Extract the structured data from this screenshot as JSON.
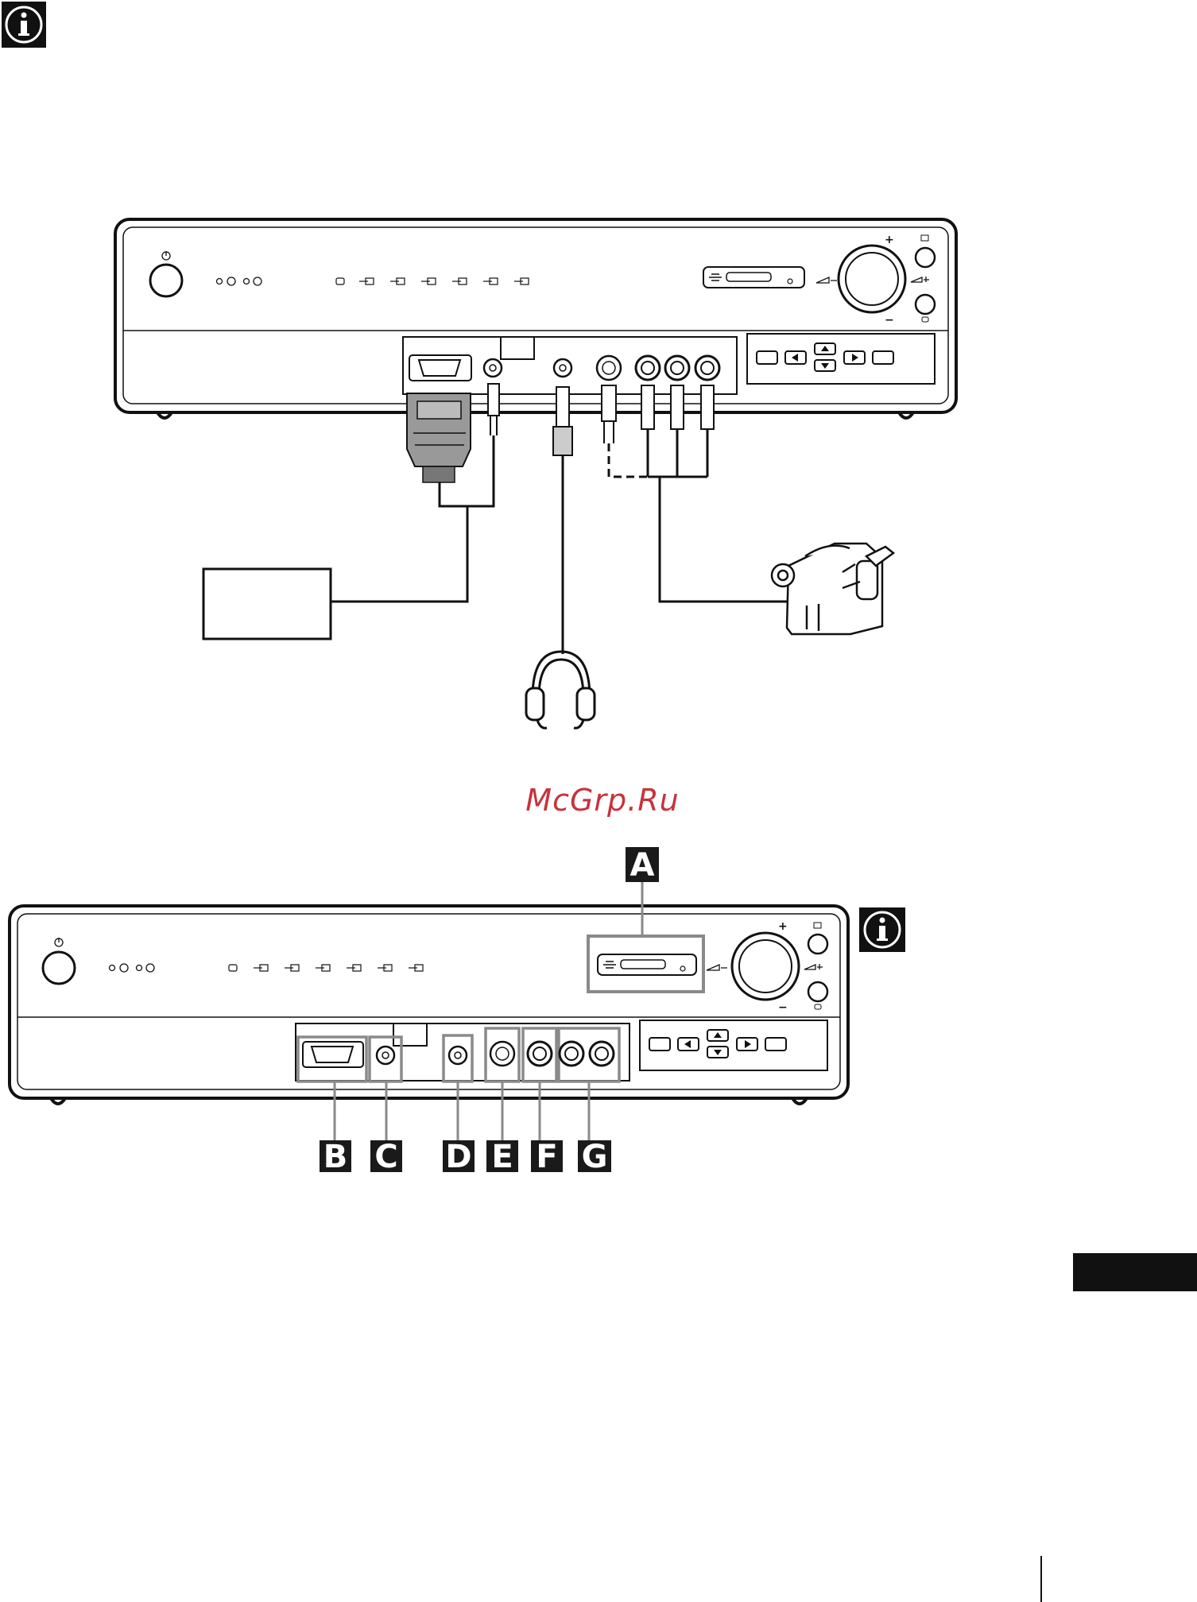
{
  "watermark": "McGrp.Ru",
  "callouts": [
    {
      "id": "A",
      "label": "A"
    },
    {
      "id": "B",
      "label": "B"
    },
    {
      "id": "C",
      "label": "C"
    },
    {
      "id": "D",
      "label": "D"
    },
    {
      "id": "E",
      "label": "E"
    },
    {
      "id": "F",
      "label": "F"
    },
    {
      "id": "G",
      "label": "G"
    }
  ],
  "icons": {
    "info": "info-icon",
    "power": "power-icon",
    "headphones": "headphones-icon",
    "camcorder": "camcorder-icon"
  },
  "colors": {
    "ink": "#111111",
    "label_box": "#1a1a1a",
    "watermark": "#c8323c",
    "highlight": "#8a8a8a"
  }
}
